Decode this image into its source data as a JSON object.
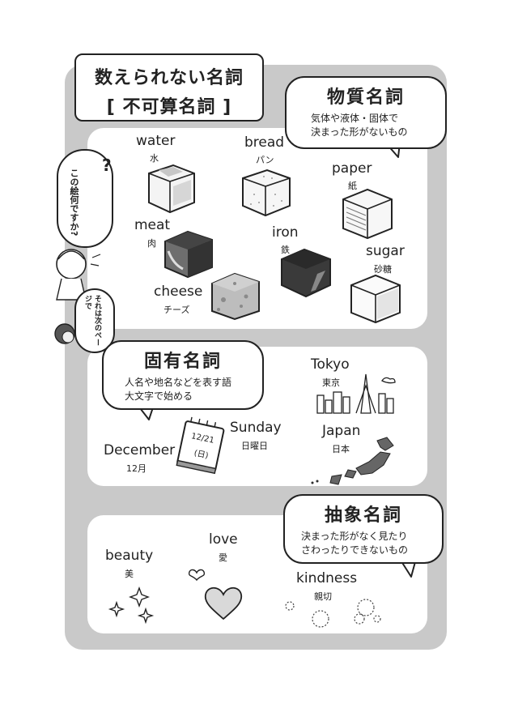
{
  "title": {
    "line1": "数えられない名詞",
    "line2": "[ 不可算名詞 ]"
  },
  "material": {
    "heading": "物質名詞",
    "desc_line1": "気体や液体・固体で",
    "desc_line2": "決まった形がないもの",
    "items": [
      {
        "en": "water",
        "jp": "水"
      },
      {
        "en": "bread",
        "jp": "パン"
      },
      {
        "en": "paper",
        "jp": "紙"
      },
      {
        "en": "meat",
        "jp": "肉"
      },
      {
        "en": "iron",
        "jp": "鉄"
      },
      {
        "en": "sugar",
        "jp": "砂糖"
      },
      {
        "en": "cheese",
        "jp": "チーズ"
      }
    ]
  },
  "side_notes": {
    "question_mark": "?",
    "question": "この絵何ですか?",
    "answer": "それは次のページで"
  },
  "proper": {
    "heading": "固有名詞",
    "desc_line1": "人名や地名などを表す語",
    "desc_line2": "大文字で始める",
    "items": [
      {
        "en": "Tokyo",
        "jp": "東京"
      },
      {
        "en": "Sunday",
        "jp": "日曜日"
      },
      {
        "en": "Japan",
        "jp": "日本"
      },
      {
        "en": "December",
        "jp": "12月"
      }
    ],
    "calendar": {
      "date": "12/21",
      "day": "(日)"
    }
  },
  "abstract": {
    "heading": "抽象名詞",
    "desc_line1": "決まった形がなく見たり",
    "desc_line2": "さわったりできないもの",
    "items": [
      {
        "en": "love",
        "jp": "愛"
      },
      {
        "en": "beauty",
        "jp": "美"
      },
      {
        "en": "kindness",
        "jp": "親切"
      }
    ]
  }
}
